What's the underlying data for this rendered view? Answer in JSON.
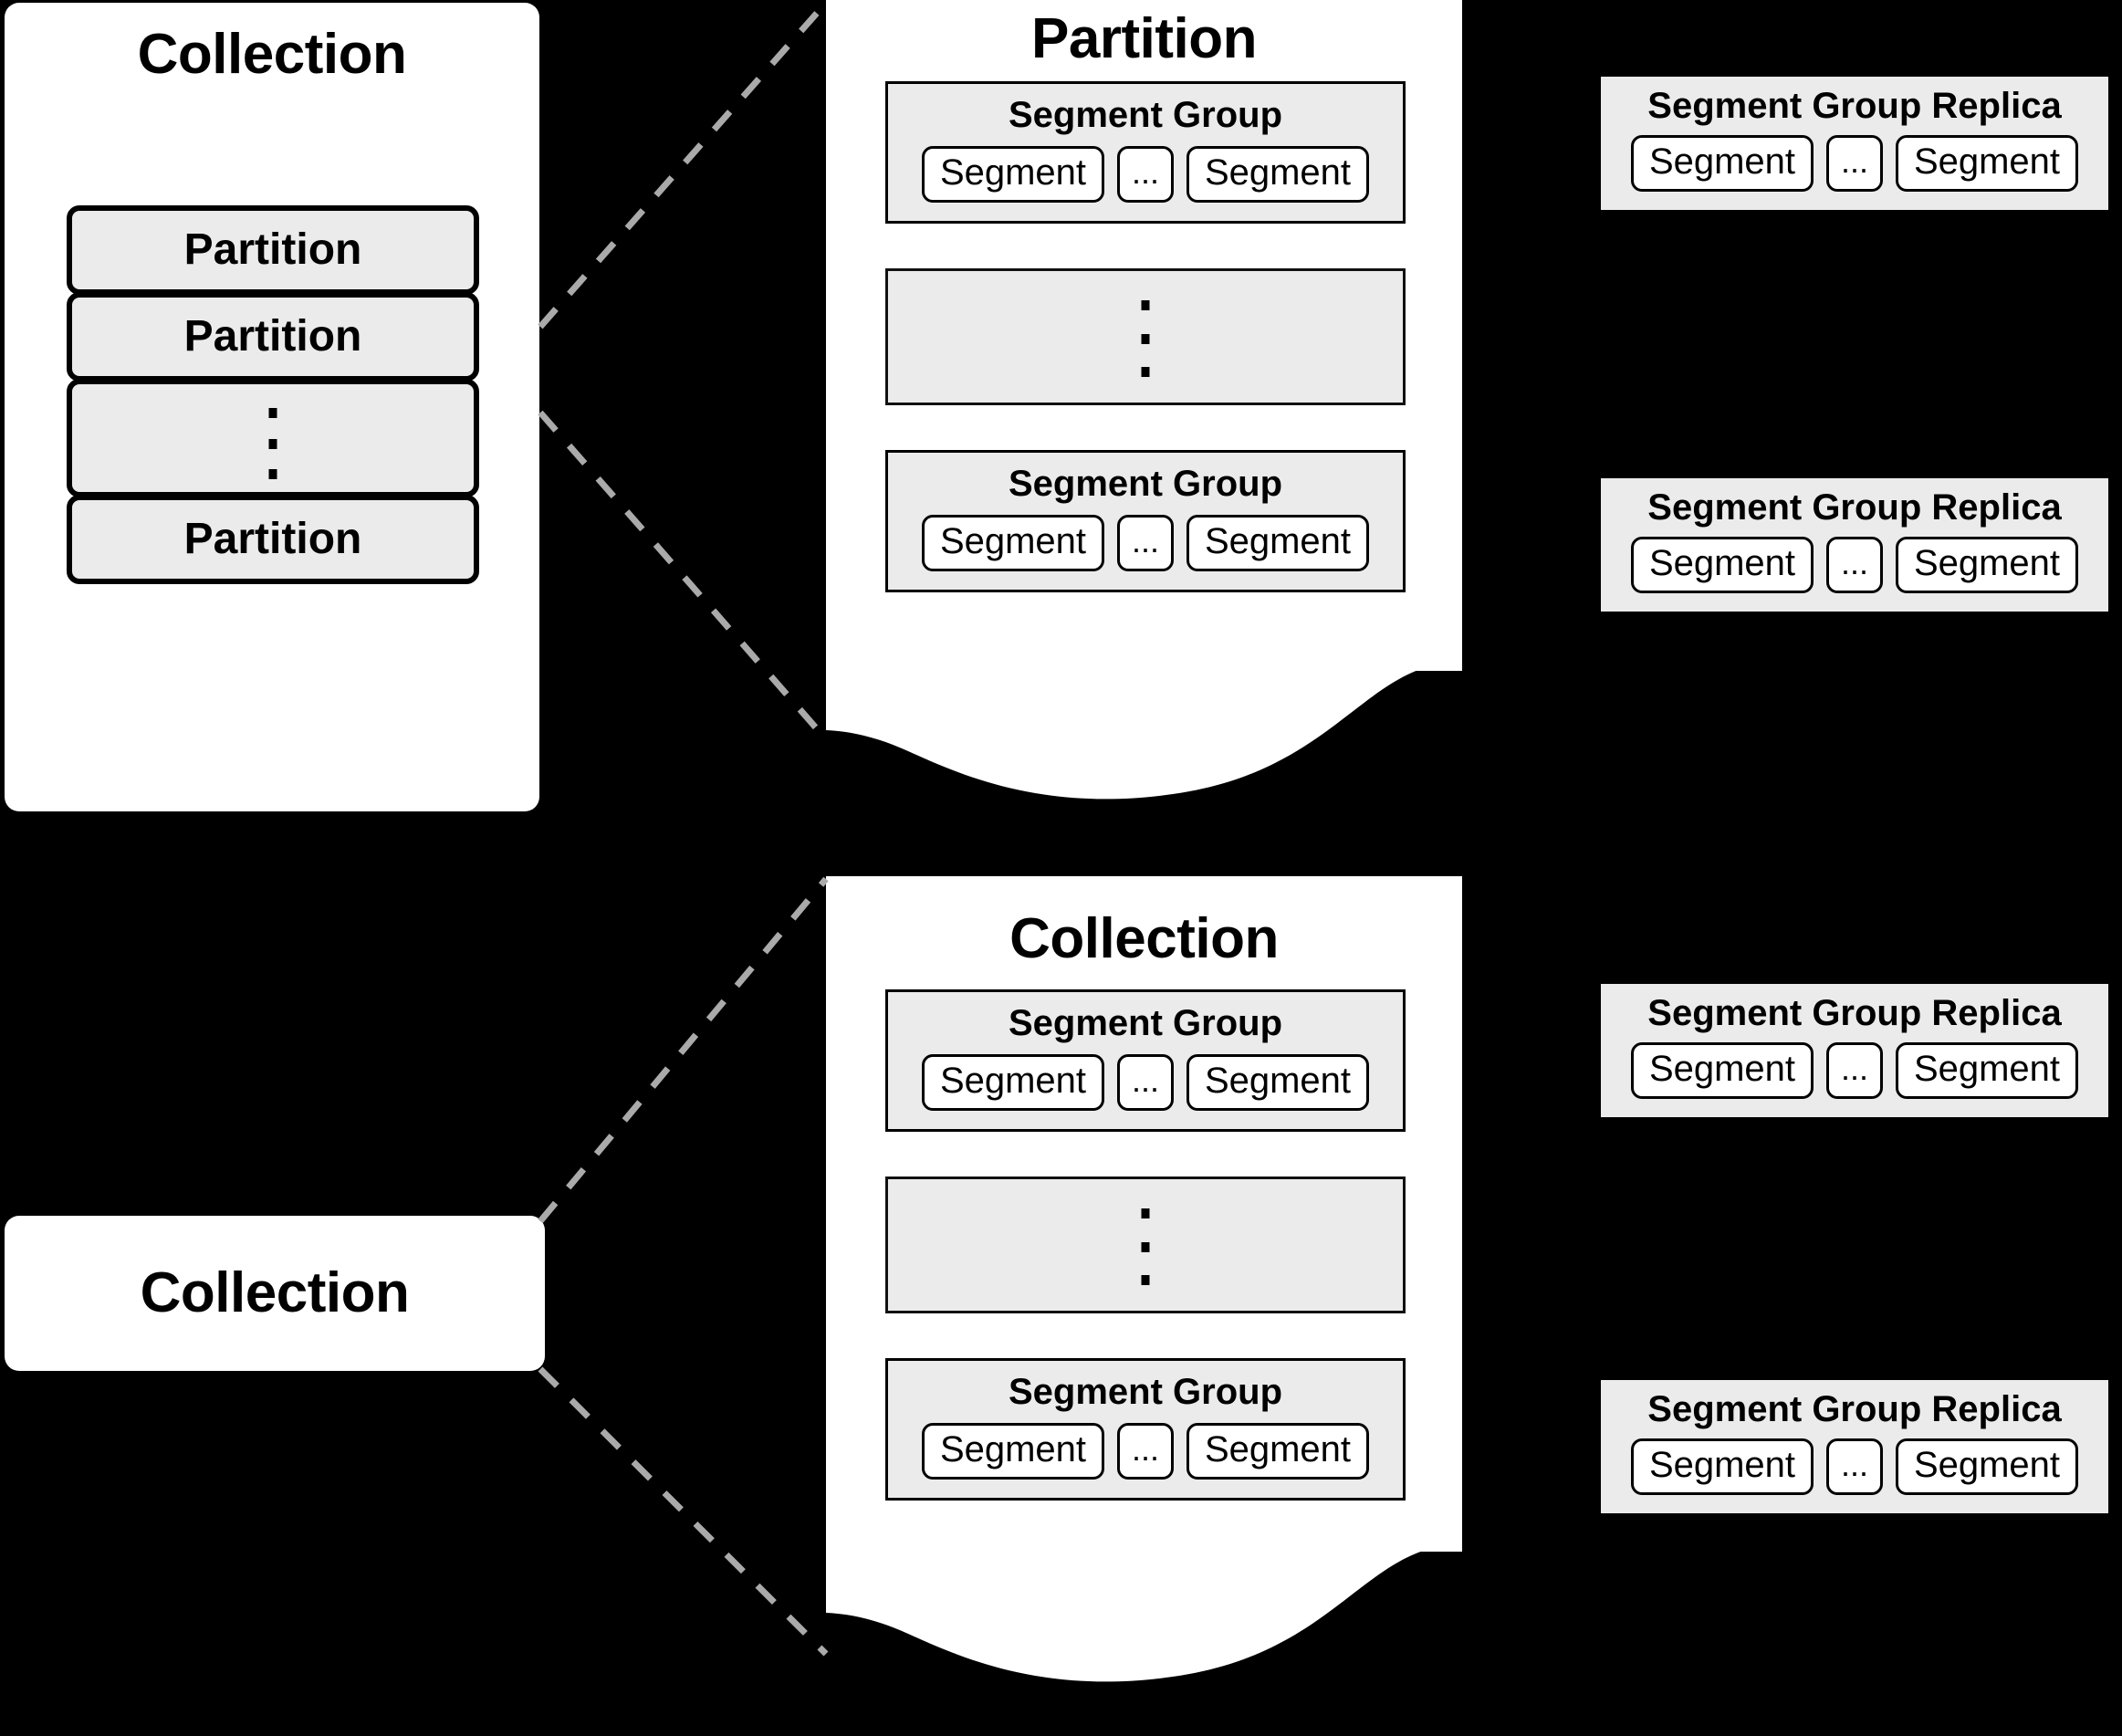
{
  "diagram": {
    "title_semantics": "collection-partition-segment-group-hierarchy",
    "colors": {
      "background": "#000000",
      "panel_fill": "#ffffff",
      "box_fill": "#ebebeb",
      "segment_fill": "#ffffff",
      "stroke": "#000000",
      "connector": "#aaaaaa"
    },
    "labels": {
      "collection": "Collection",
      "partition": "Partition",
      "segment_group": "Segment Group",
      "segment": "Segment",
      "segment_group_replica": "Segment Group Replica",
      "ellipsis": "..."
    }
  },
  "top_row": {
    "collection_card": {
      "title": "Collection",
      "partitions": [
        {
          "label": "Partition",
          "kind": "box"
        },
        {
          "label": "Partition",
          "kind": "box"
        },
        {
          "label": "",
          "kind": "ellipsis"
        },
        {
          "label": "Partition",
          "kind": "box"
        }
      ]
    },
    "partition_panel": {
      "title": "Partition",
      "groups": [
        {
          "kind": "group",
          "title": "Segment Group",
          "segments": [
            "Segment",
            "...",
            "Segment"
          ]
        },
        {
          "kind": "ellipsis",
          "title": "",
          "segments": []
        },
        {
          "kind": "group",
          "title": "Segment Group",
          "segments": [
            "Segment",
            "...",
            "Segment"
          ]
        }
      ]
    },
    "replicas": [
      {
        "title": "Segment Group Replica",
        "segments": [
          "Segment",
          "...",
          "Segment"
        ]
      },
      {
        "title": "Segment Group Replica",
        "segments": [
          "Segment",
          "...",
          "Segment"
        ]
      }
    ]
  },
  "bottom_row": {
    "collection_card": {
      "title": "Collection"
    },
    "collection_panel": {
      "title": "Collection",
      "groups": [
        {
          "kind": "group",
          "title": "Segment Group",
          "segments": [
            "Segment",
            "...",
            "Segment"
          ]
        },
        {
          "kind": "ellipsis",
          "title": "",
          "segments": []
        },
        {
          "kind": "group",
          "title": "Segment Group",
          "segments": [
            "Segment",
            "...",
            "Segment"
          ]
        }
      ]
    },
    "replicas": [
      {
        "title": "Segment Group Replica",
        "segments": [
          "Segment",
          "...",
          "Segment"
        ]
      },
      {
        "title": "Segment Group Replica",
        "segments": [
          "Segment",
          "...",
          "Segment"
        ]
      }
    ]
  }
}
